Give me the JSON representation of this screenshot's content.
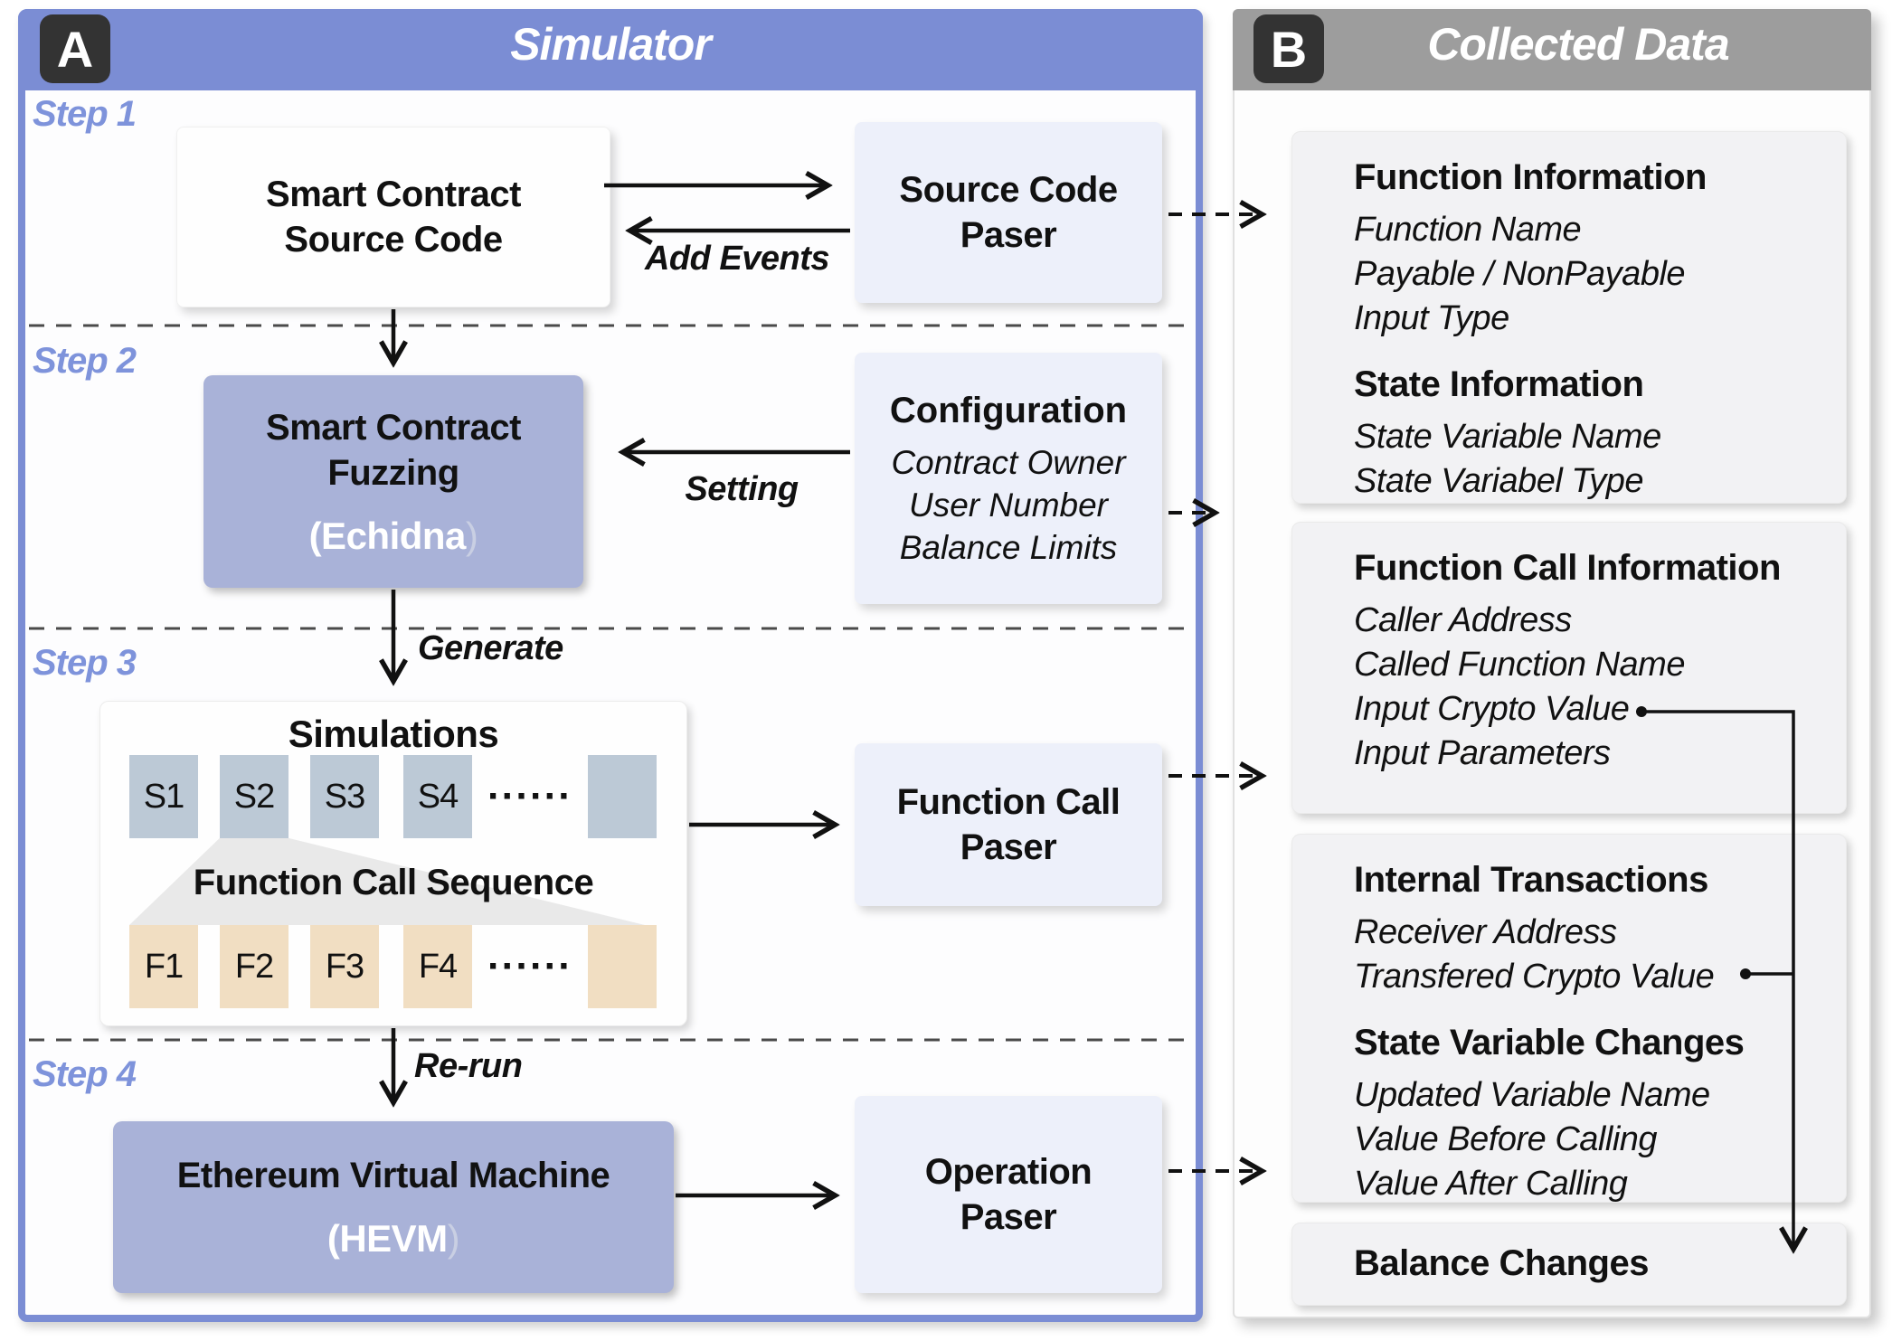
{
  "colors": {
    "accent-blue": "#7b8dd4",
    "header-gray": "#9d9d9d",
    "badge-dark": "#333333",
    "box-periwinkle": "#a9b2d8",
    "box-lavender": "#edf0fa",
    "box-gray": "#f2f2f4",
    "chip-blue": "#bcc9d6",
    "chip-tan": "#f1dec2",
    "step-label": "#7e93db"
  },
  "a": {
    "badge": "A",
    "title": "Simulator",
    "steps": [
      "Step 1",
      "Step 2",
      "Step 3",
      "Step 4"
    ],
    "sc_source": {
      "l1": "Smart Contract",
      "l2": "Source Code"
    },
    "sc_parser": {
      "l1": "Source Code",
      "l2": "Paser"
    },
    "labels": {
      "add_events": "Add Events",
      "setting": "Setting",
      "generate": "Generate",
      "rerun": "Re-run"
    },
    "fuzz": {
      "l1": "Smart Contract",
      "l2": "Fuzzing",
      "sub": "(Echidna",
      "sub_close": ")"
    },
    "config": {
      "title": "Configuration",
      "items": [
        "Contract Owner",
        "User Number",
        "Balance Limits"
      ]
    },
    "sim": {
      "title": "Simulations",
      "s": [
        "S1",
        "S2",
        "S3",
        "S4"
      ],
      "dots": "······",
      "fcs": "Function Call Sequence",
      "f": [
        "F1",
        "F2",
        "F3",
        "F4"
      ]
    },
    "fc_parser": {
      "l1": "Function Call",
      "l2": "Paser"
    },
    "evm": {
      "l1": "Ethereum Virtual Machine",
      "sub": "(HEVM",
      "sub_close": ")"
    },
    "op_parser": {
      "l1": "Operation",
      "l2": "Paser"
    }
  },
  "b": {
    "badge": "B",
    "title": "Collected Data",
    "box1": {
      "t1": "Function Information",
      "i1": [
        "Function Name",
        "Payable / NonPayable",
        "Input Type"
      ],
      "t2": "State Information",
      "i2": [
        "State Variable Name",
        "State Variabel Type"
      ]
    },
    "box2": {
      "t": "Function Call Information",
      "i": [
        "Caller Address",
        "Called Function Name",
        "Input Crypto Value",
        "Input Parameters"
      ]
    },
    "box3": {
      "t1": "Internal Transactions",
      "i1": [
        "Receiver Address",
        "Transfered Crypto Value"
      ],
      "t2": "State Variable Changes",
      "i2": [
        "Updated Variable Name",
        "Value Before Calling",
        "Value After Calling"
      ]
    },
    "box4": {
      "t": "Balance Changes"
    }
  }
}
